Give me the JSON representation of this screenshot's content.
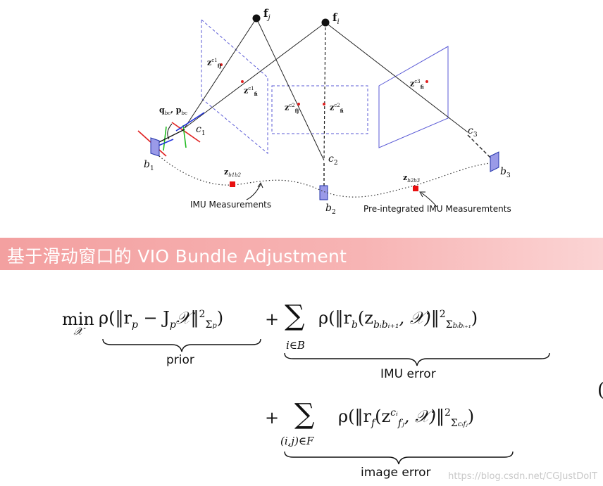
{
  "diagram": {
    "features": {
      "fj": "f",
      "fj_sub": "j",
      "fi": "f",
      "fi_sub": "i"
    },
    "measurements": {
      "z1j": "z",
      "z1j_sub": "fj",
      "z1j_sup": "c1",
      "z1i": "z",
      "z1i_sub": "fi",
      "z1i_sup": "c1",
      "z2j": "z",
      "z2j_sub": "fj",
      "z2j_sup": "c2",
      "z2i": "z",
      "z2i_sub": "fi",
      "z2i_sup": "c2",
      "z3i": "z",
      "z3i_sub": "fi",
      "z3i_sup": "c3"
    },
    "extrinsic": "q",
    "extrinsic_sub": "bc",
    "extrinsic_p": "p",
    "extrinsic_p_sub": "bc",
    "cameras": {
      "c1": "c",
      "c1_sub": "1",
      "c2": "c",
      "c2_sub": "2",
      "c3": "c",
      "c3_sub": "3"
    },
    "bodies": {
      "b1": "b",
      "b1_sub": "1",
      "b2": "b",
      "b2_sub": "2",
      "b3": "b",
      "b3_sub": "3"
    },
    "preint": {
      "z12": "z",
      "z12_sub": "b1b2",
      "z23": "z",
      "z23_sub": "b2b3"
    },
    "imu_label": "IMU Measurements",
    "preint_label": "Pre-integrated IMU Measuremtents"
  },
  "banner": {
    "title": "基于滑动窗口的 VIO Bundle Adjustment"
  },
  "formula": {
    "min": "min",
    "min_sub": "𝒳",
    "term1": "ρ(‖r",
    "term1_p": "p",
    "term1_mid": " − J",
    "term1_jp": "p",
    "term1_x": "𝒳‖",
    "term1_sq": "2",
    "term1_sigma": "Σ",
    "term1_sigma_sub": "p",
    "term1_close": ")",
    "plus1": "+",
    "sum": "∑",
    "sum1_sub": "i∈B",
    "term2": "ρ(‖r",
    "term2_b": "b",
    "term2_mid": "(z",
    "term2_zsub": "bᵢbᵢ₊₁",
    "term2_x": ", 𝒳)‖",
    "term2_sq": "2",
    "term2_sigma": "Σ",
    "term2_sigma_sub": "bᵢbᵢ₊₁",
    "term2_close": ")",
    "plus2": "+",
    "sum2_sub": "(i,j)∈F",
    "term3": "ρ(‖r",
    "term3_f": "f",
    "term3_mid": "(z",
    "term3_zsup": "cᵢ",
    "term3_zsub": "fⱼ",
    "term3_x": ", 𝒳)‖",
    "term3_sq": "2",
    "term3_sigma": "Σ",
    "term3_sigma_sup": "cᵢ",
    "term3_sigma_sub": "fⱼ",
    "term3_close": ")",
    "under1": "prior",
    "under2": "IMU   error",
    "under3": "image   error",
    "side_paren": "("
  },
  "watermark": "https://blog.csdn.net/CGJustDoIT"
}
